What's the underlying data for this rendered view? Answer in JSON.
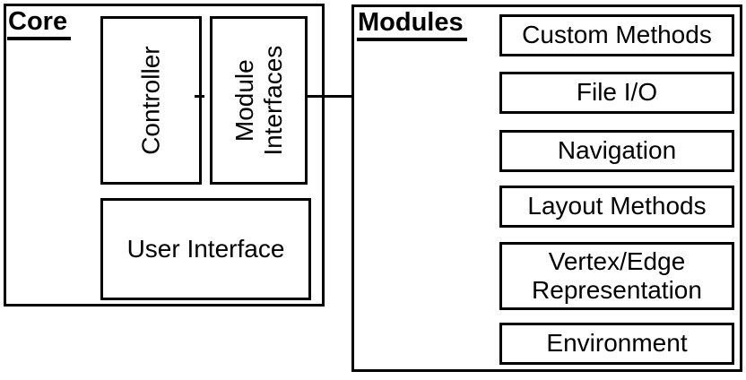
{
  "colors": {
    "line": "#000000",
    "background": "#ffffff",
    "text": "#000000"
  },
  "core": {
    "title": "Core",
    "blocks": {
      "controller": "Controller",
      "module_interfaces": "Module Interfaces",
      "user_interface": "User Interface"
    }
  },
  "modules": {
    "title": "Modules",
    "items": [
      "Custom Methods",
      "File I/O",
      "Navigation",
      "Layout Methods",
      "Vertex/Edge Representation",
      "Environment"
    ]
  }
}
